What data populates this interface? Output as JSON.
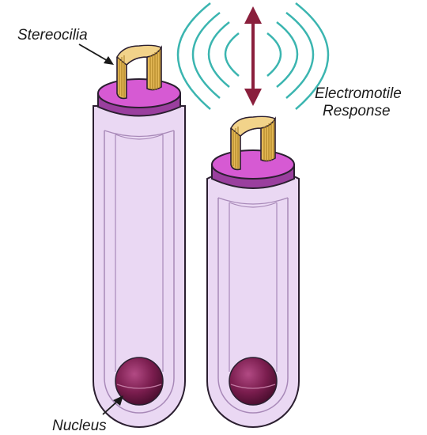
{
  "labels": {
    "stereocilia": "Stereocilia",
    "nucleus": "Nucleus",
    "response_line1": "Electromotile",
    "response_line2": "Response"
  },
  "colors": {
    "cell_body": "#ead8f3",
    "cell_outline": "#2b1f30",
    "inner_lines": "#a889b8",
    "cap_top": "#d65ad3",
    "cap_side": "#9a3f9e",
    "nucleus": "#7a1d4e",
    "nucleus_highlight": "#b04a82",
    "stereocilia": "#e5b957",
    "stereocilia_lines": "#a57a1e",
    "arrow": "#8a1f3c",
    "waves": "#3bb5b0"
  }
}
